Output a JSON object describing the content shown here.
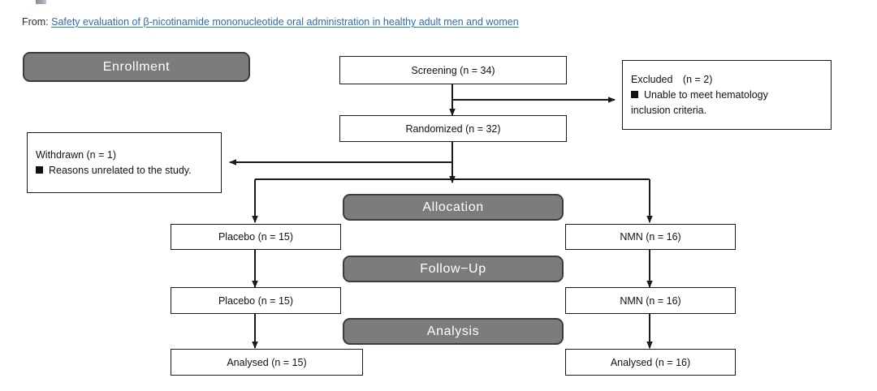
{
  "source": {
    "label": "From:",
    "link_text": "Safety evaluation of β-nicotinamide mononucleotide oral administration in healthy adult men and women"
  },
  "colors": {
    "band_fill": "#7c7c7c",
    "band_border": "#3c3c3c",
    "band_text": "#ffffff",
    "box_border": "#1a1a1a",
    "box_fill": "#ffffff",
    "link": "#2e6dab",
    "line": "#1a1a1a"
  },
  "diagram": {
    "type": "consort-flow-diagram",
    "phases": [
      {
        "id": "enrollment",
        "label": "Enrollment"
      },
      {
        "id": "allocation",
        "label": "Allocation"
      },
      {
        "id": "followup",
        "label": "Follow−Up"
      },
      {
        "id": "analysis",
        "label": "Analysis"
      }
    ],
    "nodes": [
      {
        "id": "screening",
        "label": "Screening (n = 34)"
      },
      {
        "id": "randomized",
        "label": "Randomized (n = 32)"
      },
      {
        "id": "placebo-alloc",
        "label": "Placebo (n = 15)"
      },
      {
        "id": "nmn-alloc",
        "label": "NMN (n = 16)"
      },
      {
        "id": "placebo-follow",
        "label": "Placebo (n = 15)"
      },
      {
        "id": "nmn-follow",
        "label": "NMN (n = 16)"
      },
      {
        "id": "placebo-analysed",
        "label": "Analysed (n = 15)"
      },
      {
        "id": "nmn-analysed",
        "label": "Analysed (n = 16)"
      }
    ],
    "notes": [
      {
        "id": "excluded",
        "title": "Excluded　(n = 2)",
        "bullet_line_1": "Unable to meet hematology",
        "bullet_line_2": "inclusion criteria."
      },
      {
        "id": "withdrawn",
        "title": "Withdrawn (n = 1)",
        "bullet_line_1": "Reasons unrelated to the study.",
        "bullet_line_2": ""
      }
    ]
  }
}
